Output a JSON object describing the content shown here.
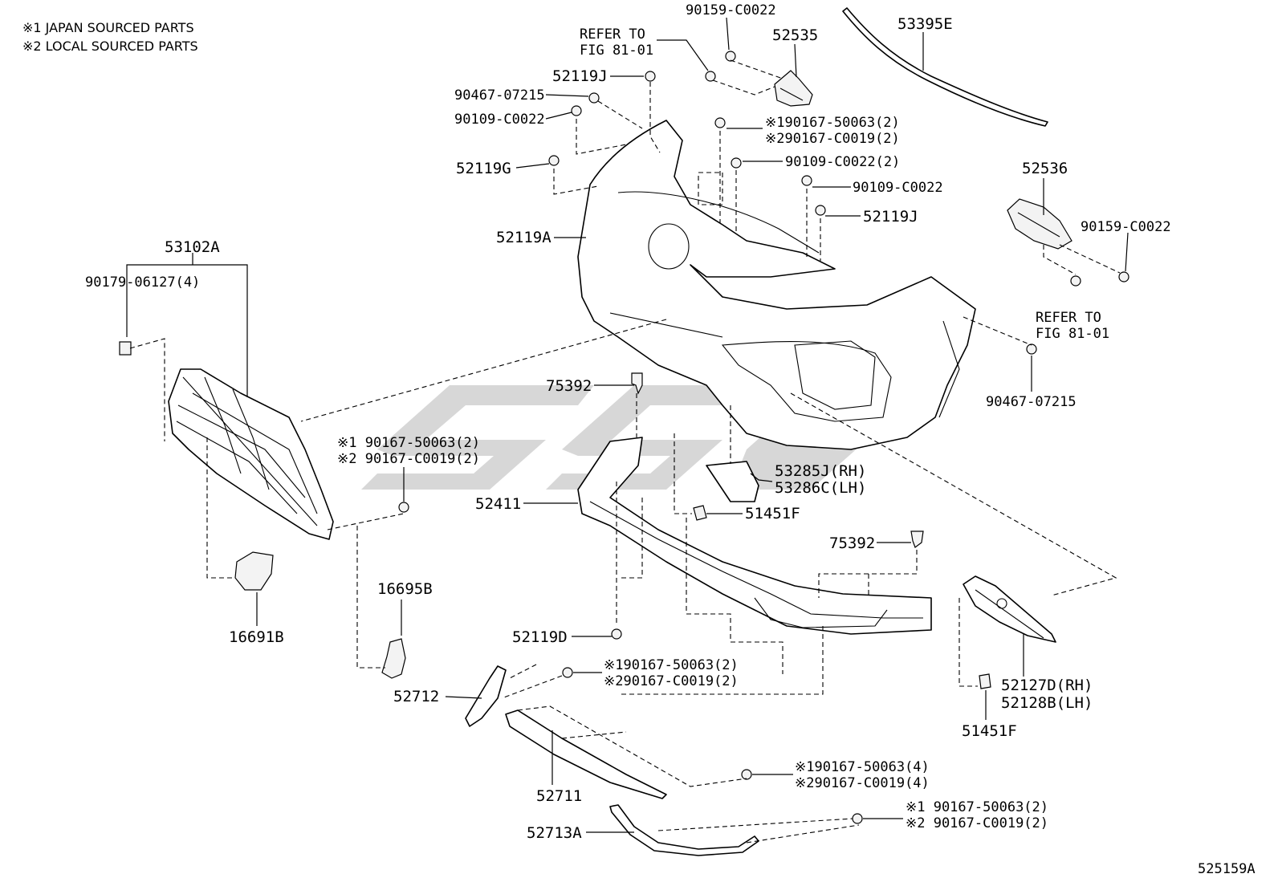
{
  "notes": {
    "japan": "※1 JAPAN SOURCED PARTS",
    "local": "※2 LOCAL SOURCED PARTS"
  },
  "labels": {
    "p90159_top": "90159-C0022",
    "refer_a1": "REFER TO",
    "refer_a2": "FIG 81-01",
    "p52535": "52535",
    "p53395e": "53395E",
    "p52119j_top": "52119J",
    "p90467_top": "90467-07215",
    "p90109_top": "90109-C0022",
    "p52119g": "52119G",
    "p90167_top_1": "※190167-50063(2)",
    "p90167_top_2": "※290167-C0019(2)",
    "p90109_2": "90109-C0022(2)",
    "p90109_mid": "90109-C0022",
    "p52119j_mid": "52119J",
    "p52536": "52536",
    "p90159_right": "90159-C0022",
    "refer_b1": "REFER TO",
    "refer_b2": "FIG 81-01",
    "p90467_right": "90467-07215",
    "p52119a": "52119A",
    "p53102a": "53102A",
    "p90179": "90179-06127(4)",
    "p75392_top": "75392",
    "p90167_mid_1": "※1 90167-50063(2)",
    "p90167_mid_2": "※2 90167-C0019(2)",
    "p53285j": "53285J(RH)",
    "p53286c": "53286C(LH)",
    "p52411": "52411",
    "p51451f_mid": "51451F",
    "p75392_right": "75392",
    "p16695b": "16695B",
    "p16691b": "16691B",
    "p52119d": "52119D",
    "p90167_low_1": "※190167-50063(2)",
    "p90167_low_2": "※290167-C0019(2)",
    "p52712": "52712",
    "p52127d": "52127D(RH)",
    "p52128b": "52128B(LH)",
    "p51451f_right": "51451F",
    "p90167_four_1": "※190167-50063(4)",
    "p90167_four_2": "※290167-C0019(4)",
    "p52711": "52711",
    "p90167_bot_1": "※1 90167-50063(2)",
    "p90167_bot_2": "※2 90167-C0019(2)",
    "p52713a": "52713A",
    "fig_code": "525159A"
  }
}
